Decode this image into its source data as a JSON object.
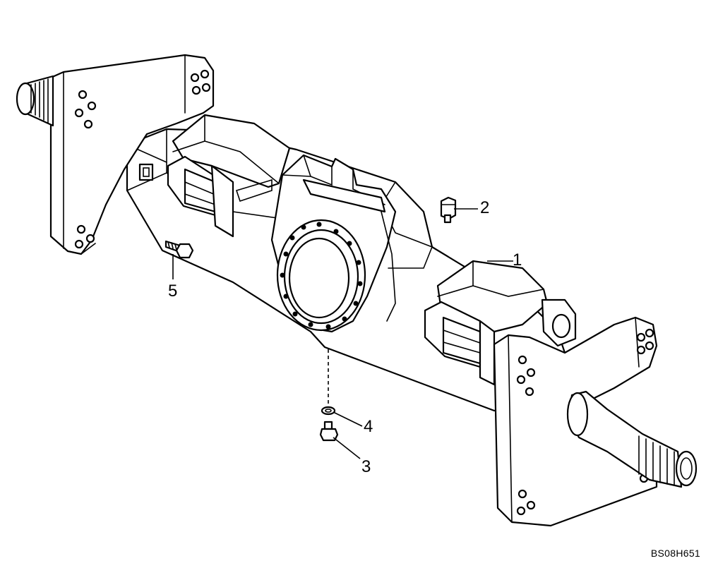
{
  "drawing": {
    "reference_code": "BS08H651"
  },
  "callouts": [
    {
      "id": "1",
      "label": "1"
    },
    {
      "id": "2",
      "label": "2"
    },
    {
      "id": "3",
      "label": "3"
    },
    {
      "id": "4",
      "label": "4"
    },
    {
      "id": "5",
      "label": "5"
    }
  ]
}
